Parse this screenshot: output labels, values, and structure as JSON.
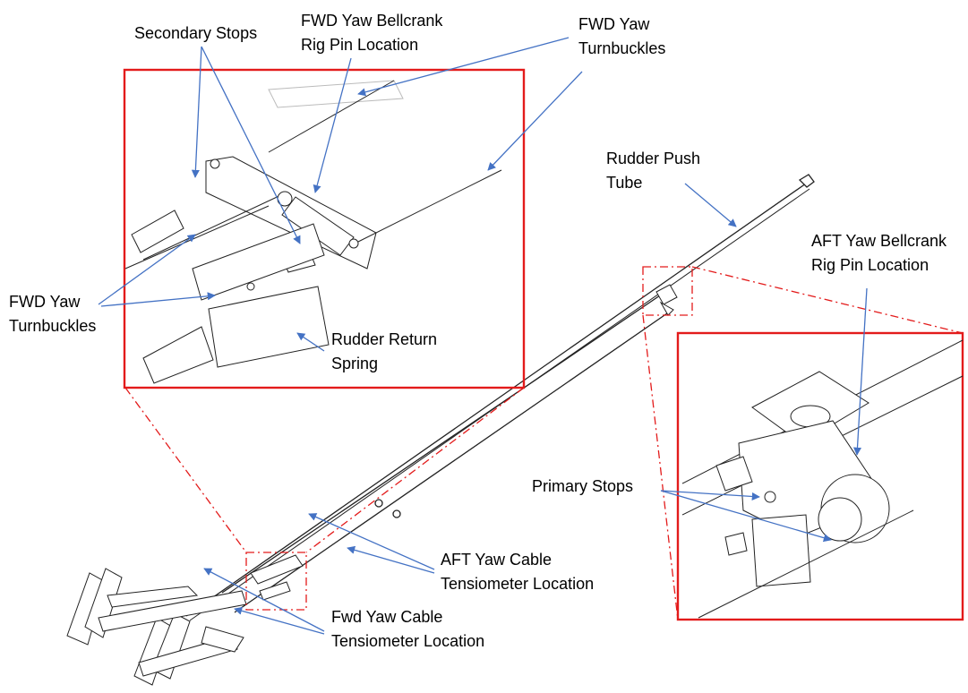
{
  "labels": {
    "secondary_stops": "Secondary Stops",
    "fwd_bellcrank": {
      "line1": "FWD Yaw Bellcrank",
      "line2": "Rig Pin Location"
    },
    "fwd_turnbuckles_top": {
      "line1": "FWD Yaw",
      "line2": "Turnbuckles"
    },
    "fwd_turnbuckles_left": {
      "line1": "FWD Yaw",
      "line2": "Turnbuckles"
    },
    "rudder_return_spring": {
      "line1": "Rudder Return",
      "line2": "Spring"
    },
    "rudder_push_tube": {
      "line1": "Rudder Push",
      "line2": "Tube"
    },
    "aft_bellcrank": {
      "line1": "AFT Yaw Bellcrank",
      "line2": "Rig Pin Location"
    },
    "primary_stops": "Primary Stops",
    "aft_cable_tensiometer": {
      "line1": "AFT Yaw Cable",
      "line2": "Tensiometer Location"
    },
    "fwd_cable_tensiometer": {
      "line1": "Fwd Yaw Cable",
      "line2": "Tensiometer Location"
    }
  },
  "colors": {
    "callout_arrow": "#4472c4",
    "detail_frame": "#e31b1b",
    "drawing_line": "#222222"
  }
}
